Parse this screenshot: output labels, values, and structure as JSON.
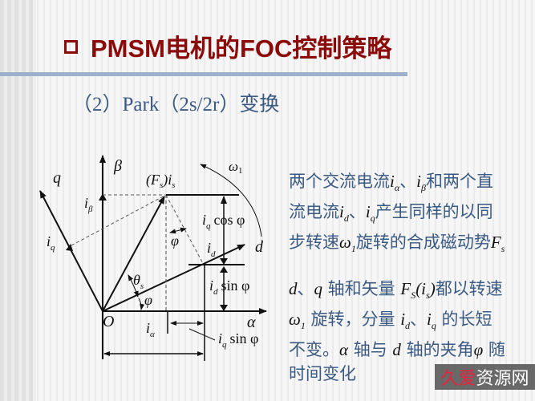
{
  "slide": {
    "title_marker_icon": "hollow-square-bullet",
    "title": "PMSM电机的FOC控制策略",
    "subtitle": "（2）Park（2s/2r）变换"
  },
  "diagram": {
    "labels": {
      "beta": "β",
      "q": "q",
      "d": "d",
      "alpha": "α",
      "origin": "O",
      "omega1": "ω",
      "omega1_sub": "1",
      "fs_is": "(F",
      "fs_sub": "s",
      "fs_is_tail": ")i",
      "is_sub": "s",
      "i_beta": "i",
      "i_beta_sub": "β",
      "i_q": "i",
      "i_q_sub": "q",
      "iq_cos": "cos φ",
      "i_d": "i",
      "i_d_sub": "d",
      "id_sin": "sin φ",
      "phi": "φ",
      "theta": "θ",
      "theta_sub": "s",
      "i_alpha": "i",
      "i_alpha_sub": "α",
      "iq_sin": "sin φ"
    }
  },
  "explanation": {
    "paragraph1": {
      "t1": "两个交流电流",
      "m1": "i",
      "m1s": "α",
      "t2": "、",
      "m2": "i",
      "m2s": "β",
      "t3": "和两个直流电流",
      "m3": "i",
      "m3s": "d",
      "t4": "、",
      "m4": "i",
      "m4s": "q",
      "t5": "产生同样的以同步转速",
      "m5": "ω",
      "m5s": "1",
      "t6": "旋转的合成磁动势",
      "m6": "F",
      "m6s": "s"
    },
    "paragraph2": {
      "m1": "d",
      "t1": "、",
      "m2": "q",
      "t2": " 轴和矢量 ",
      "m3": "F",
      "m3s": "S",
      "m3b": "(i",
      "m3bs": "s",
      "m3c": ")",
      "t3": "都以转速 ",
      "m4": "ω",
      "m4s": "1",
      "t4": " 旋转，分量 ",
      "m5": "i",
      "m5s": "d",
      "t5": "、",
      "m6": "i",
      "m6s": "q",
      "t6": " 的长短不变。",
      "m7": "α",
      "t7": " 轴与 ",
      "m8": "d",
      "t8": " 轴的夹角",
      "m9": "φ",
      "t9": " 随时间变化"
    }
  },
  "watermark": {
    "red_part": "久爱",
    "white_part": "资源网"
  },
  "colors": {
    "title": "#8b0a0a",
    "subtitle": "#3b5a82",
    "rule": "#9bb1cb",
    "diagram_ink": "#111111",
    "watermark_red": "#e8243c"
  }
}
